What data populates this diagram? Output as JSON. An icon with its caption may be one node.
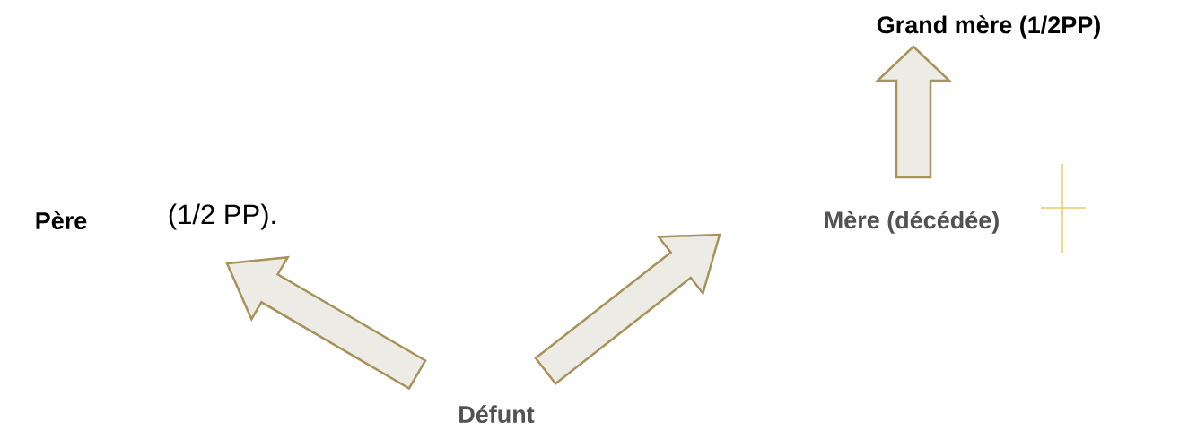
{
  "diagram": {
    "nodes": [
      {
        "text": [
          "Défunt"
        ]
      },
      {
        "text": [
          "Père"
        ],
        "beside": [
          "(1/2 PP)."
        ]
      },
      {
        "text": [
          "Mère (décédée)"
        ]
      },
      {
        "text": [
          "Grand mère (1/2PP)"
        ]
      }
    ],
    "edges": [
      {
        "from": 0,
        "to": 1,
        "arrow": "to"
      },
      {
        "from": 0,
        "to": 2,
        "arrow": "to"
      },
      {
        "from": 2,
        "to": 3,
        "arrow": "to"
      }
    ]
  }
}
